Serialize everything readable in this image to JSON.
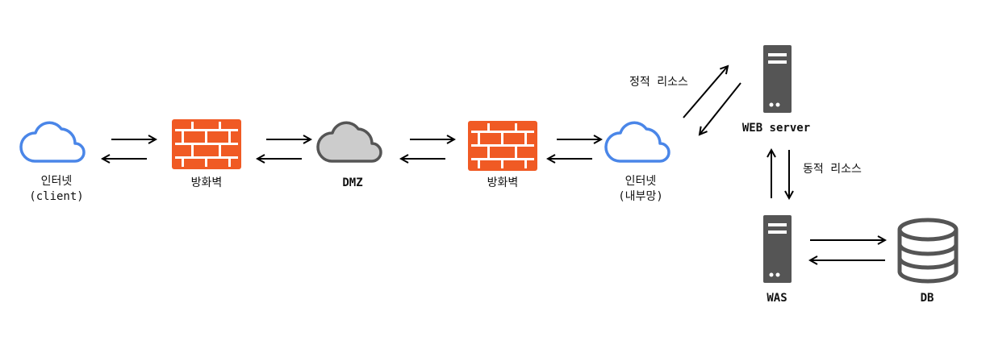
{
  "colors": {
    "cloud_stroke": "#4a86e8",
    "dmz_fill": "#cccccc",
    "dmz_stroke": "#555555",
    "firewall": "#f05a24",
    "server": "#555555",
    "arrow": "#000000",
    "text": "#111111"
  },
  "icons": {
    "cloud": "cloud-icon",
    "firewall": "firewall-icon",
    "server": "server-icon",
    "database": "database-icon"
  },
  "nodes": {
    "internet_client": {
      "line1": "인터넷",
      "line2": "(client)"
    },
    "firewall_1": {
      "label": "방화벽"
    },
    "dmz": {
      "label": "DMZ"
    },
    "firewall_2": {
      "label": "방화벽"
    },
    "internet_internal": {
      "line1": "인터넷",
      "line2": "(내부망)"
    },
    "web_server": {
      "label": "WEB server"
    },
    "was": {
      "label": "WAS"
    },
    "db": {
      "label": "DB"
    }
  },
  "edges": {
    "static_resource": "정적 리소스",
    "dynamic_resource": "동적 리소스"
  }
}
